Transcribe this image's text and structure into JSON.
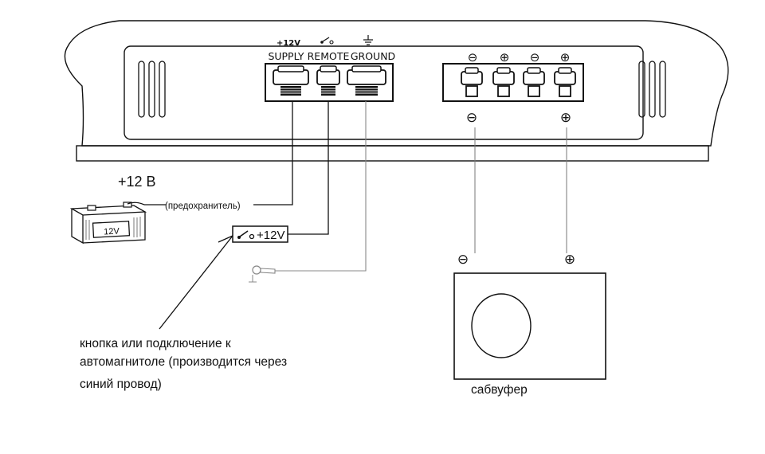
{
  "amplifier": {
    "power_terminals": {
      "supply_voltage": "+12V",
      "supply": "SUPPLY",
      "remote": "REMOTE",
      "ground": "GROUND"
    },
    "speaker_terminals": {
      "top_signs": [
        "⊖",
        "⊕",
        "⊖",
        "⊕"
      ],
      "out_minus": "⊖",
      "out_plus": "⊕"
    }
  },
  "battery": {
    "voltage_label": "+12 В",
    "case_label": "12V",
    "fuse_label": "(предохранитель)"
  },
  "remote_switch": {
    "label": "+12V"
  },
  "callout": {
    "lines": [
      "кнопка или подключение к",
      "автомагнитоле (производится через",
      "синий провод)"
    ]
  },
  "subwoofer": {
    "minus": "⊖",
    "plus": "⊕",
    "label": "сабвуфер"
  }
}
